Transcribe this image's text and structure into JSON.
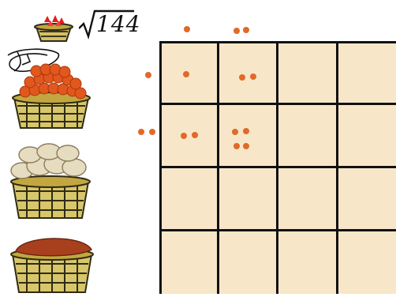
{
  "expression": {
    "radicand": "144"
  },
  "baskets": [
    {
      "name": "top-small-basket",
      "contents": "red-strawberries"
    },
    {
      "name": "orange-fruit-basket",
      "contents": "oranges"
    },
    {
      "name": "shells-basket",
      "contents": "shells"
    },
    {
      "name": "chocolate-basket",
      "contents": "brown-filling"
    }
  ],
  "grid": {
    "rows": 4,
    "cols": 4
  },
  "colors": {
    "dot": "#e06a2a",
    "grid_fill": "#f7e7c8",
    "grid_line": "#111111"
  }
}
